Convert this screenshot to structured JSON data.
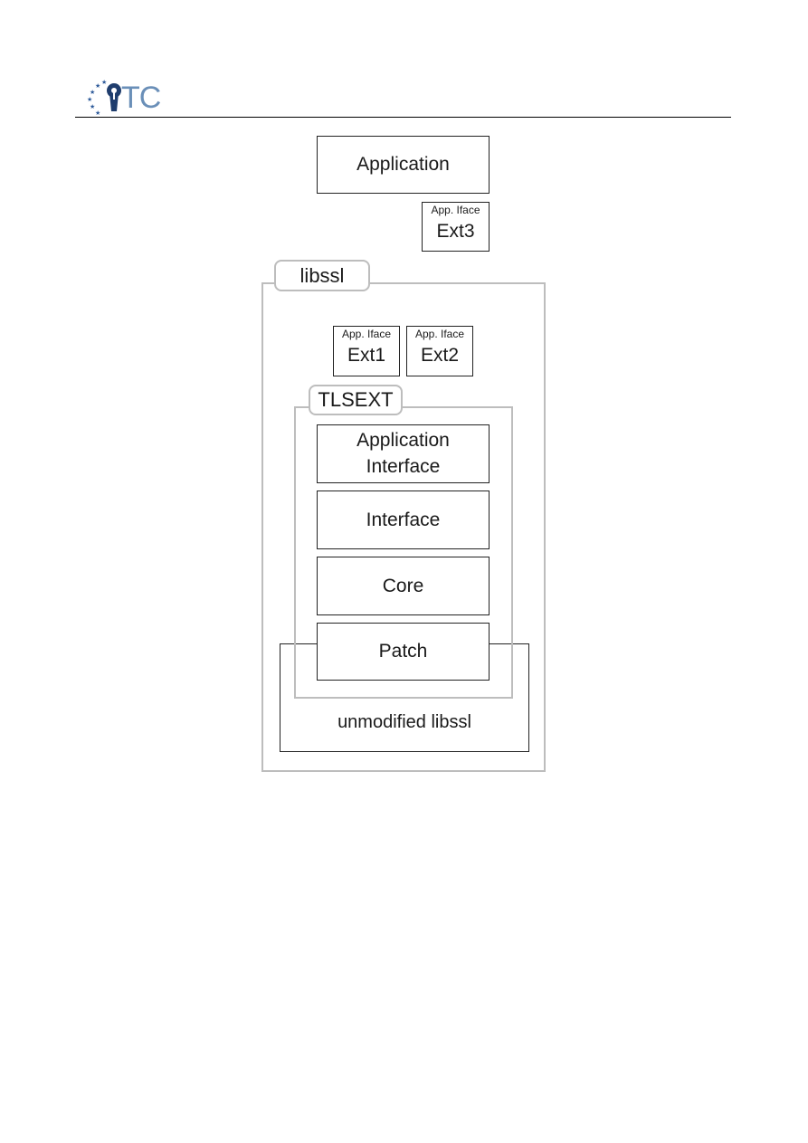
{
  "header": {
    "logo_text": "TC",
    "logo_colors": {
      "primary": "#6a8fb8",
      "keyhole": "#1f3d6d",
      "stars": "#2e5b9a"
    }
  },
  "diagram": {
    "application": "Application",
    "ext3": {
      "iface": "App. Iface",
      "name": "Ext3"
    },
    "libssl": "libssl",
    "ext1": {
      "iface": "App. Iface",
      "name": "Ext1"
    },
    "ext2": {
      "iface": "App. Iface",
      "name": "Ext2"
    },
    "tlsext": "TLSEXT",
    "layers": {
      "application_interface_line1": "Application",
      "application_interface_line2": "Interface",
      "interface": "Interface",
      "core": "Core",
      "patch": "Patch"
    },
    "unmodified": "unmodified libssl"
  }
}
